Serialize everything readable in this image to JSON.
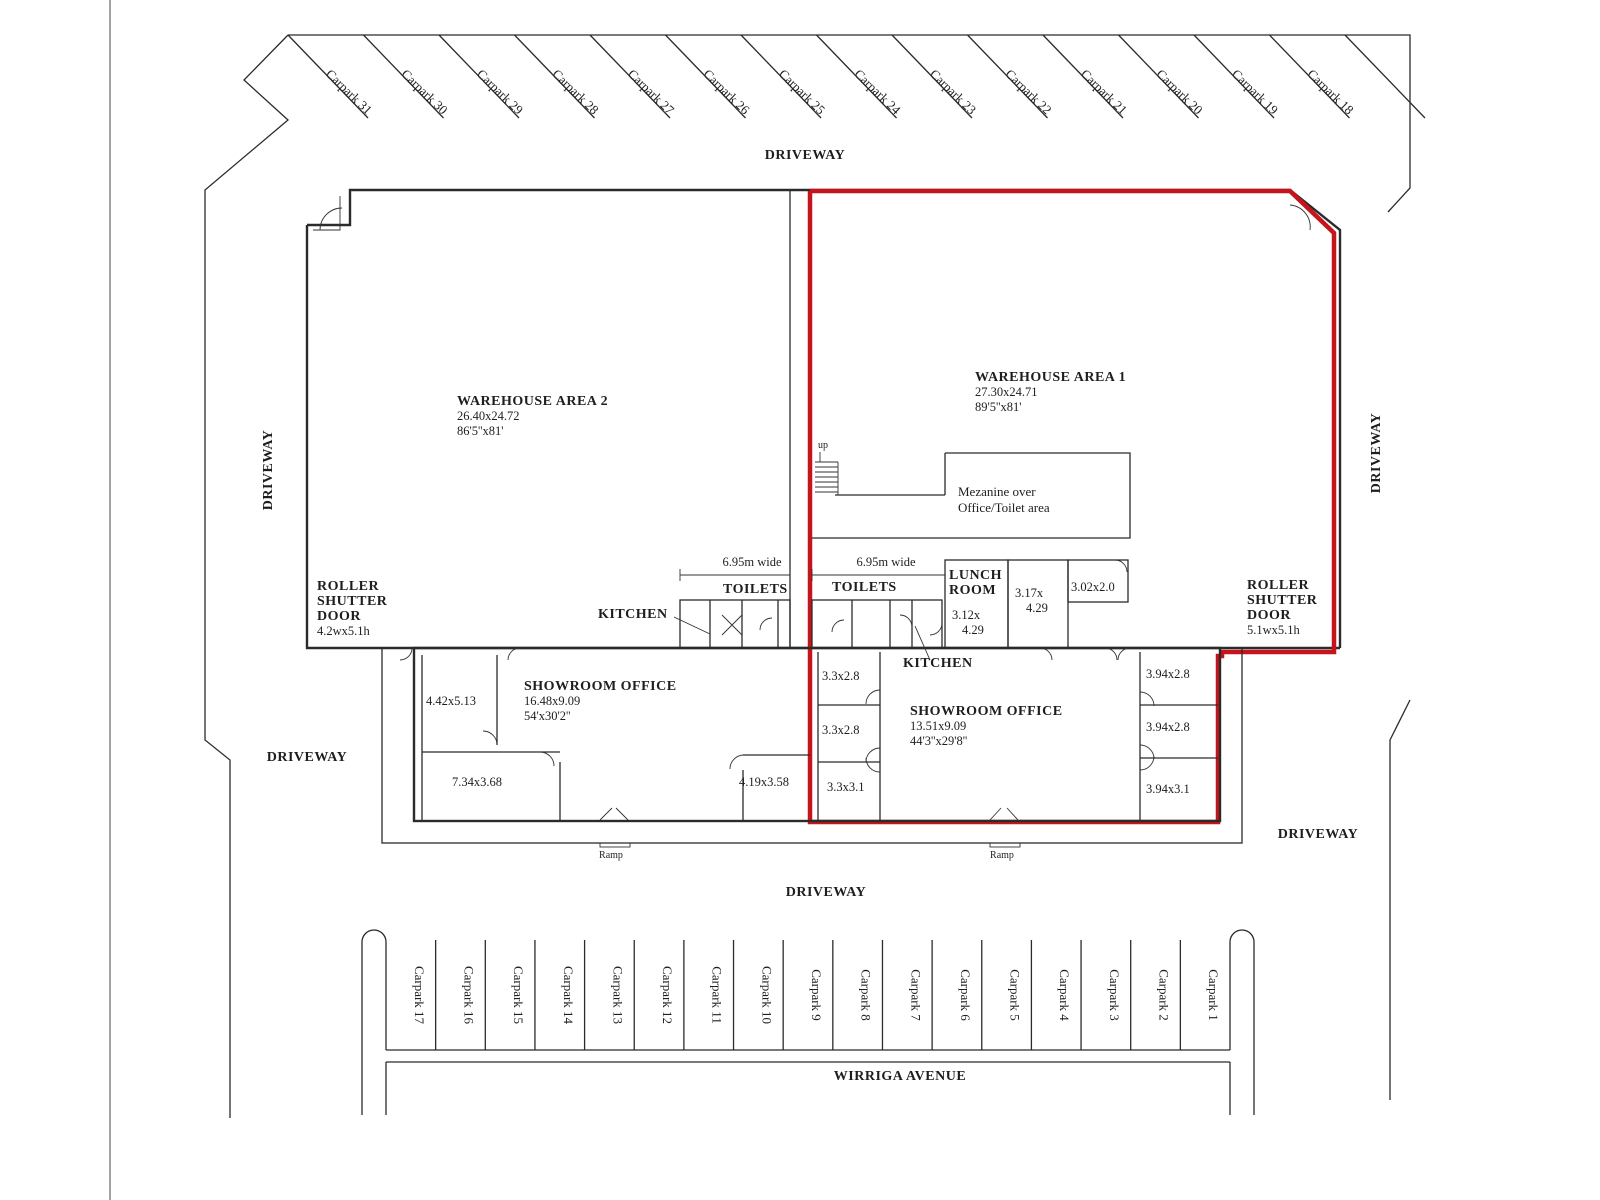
{
  "top_carparks": [
    "Carpark 31",
    "Carpark 30",
    "Carpark 29",
    "Carpark 28",
    "Carpark 27",
    "Carpark 26",
    "Carpark 25",
    "Carpark 24",
    "Carpark 23",
    "Carpark 22",
    "Carpark 21",
    "Carpark 20",
    "Carpark 19",
    "Carpark 18"
  ],
  "bottom_carparks": [
    "Carpark 17",
    "Carpark 16",
    "Carpark 15",
    "Carpark 14",
    "Carpark 13",
    "Carpark 12",
    "Carpark 11",
    "Carpark 10",
    "Carpark 9",
    "Carpark 8",
    "Carpark 7",
    "Carpark 6",
    "Carpark 5",
    "Carpark 4",
    "Carpark 3",
    "Carpark 2",
    "Carpark 1"
  ],
  "driveways": {
    "top": "DRIVEWAY",
    "left": "DRIVEWAY",
    "right": "DRIVEWAY",
    "left_lower": "DRIVEWAY",
    "right_lower": "DRIVEWAY",
    "bottom": "DRIVEWAY"
  },
  "street": "WIRRIGA AVENUE",
  "warehouse2": {
    "name": "WAREHOUSE AREA 2",
    "dims": "26.40x24.72",
    "imperial": "86'5''x81'"
  },
  "warehouse1": {
    "name": "WAREHOUSE AREA 1",
    "dims": "27.30x24.71",
    "imperial": "89'5''x81'"
  },
  "mezzanine": {
    "line1": "Mezanine over",
    "line2": "Office/Toilet area",
    "stair": "up"
  },
  "width_label_left": "6.95m wide",
  "width_label_right": "6.95m wide",
  "roller_left": {
    "l1": "ROLLER",
    "l2": "SHUTTER",
    "l3": "DOOR",
    "size": "4.2wx5.1h"
  },
  "roller_right": {
    "l1": "ROLLER",
    "l2": "SHUTTER",
    "l3": "DOOR",
    "size": "5.1wx5.1h"
  },
  "toilets_left": "TOILETS",
  "toilets_right": "TOILETS",
  "kitchen_left": "KITCHEN",
  "kitchen_right": "KITCHEN",
  "lunch": {
    "l1": "LUNCH",
    "l2": "ROOM",
    "d1": "3.12x",
    "d2": "4.29"
  },
  "room_317": {
    "d1": "3.17x",
    "d2": "4.29"
  },
  "room_302": "3.02x2.0",
  "showroom2": {
    "name": "SHOWROOM OFFICE",
    "dims": "16.48x9.09",
    "imperial": "54'x30'2''"
  },
  "showroom1": {
    "name": "SHOWROOM OFFICE",
    "dims": "13.51x9.09",
    "imperial": "44'3''x29'8''"
  },
  "rooms2": {
    "a": "4.42x5.13",
    "b": "7.34x3.68",
    "c": "4.19x3.58"
  },
  "rooms1_left": [
    "3.3x2.8",
    "3.3x2.8",
    "3.3x3.1"
  ],
  "rooms1_right": [
    "3.94x2.8",
    "3.94x2.8",
    "3.94x3.1"
  ],
  "ramp_left": "Ramp",
  "ramp_right": "Ramp",
  "colors": {
    "highlight": "#c4141c",
    "line": "#2b2b2b"
  }
}
